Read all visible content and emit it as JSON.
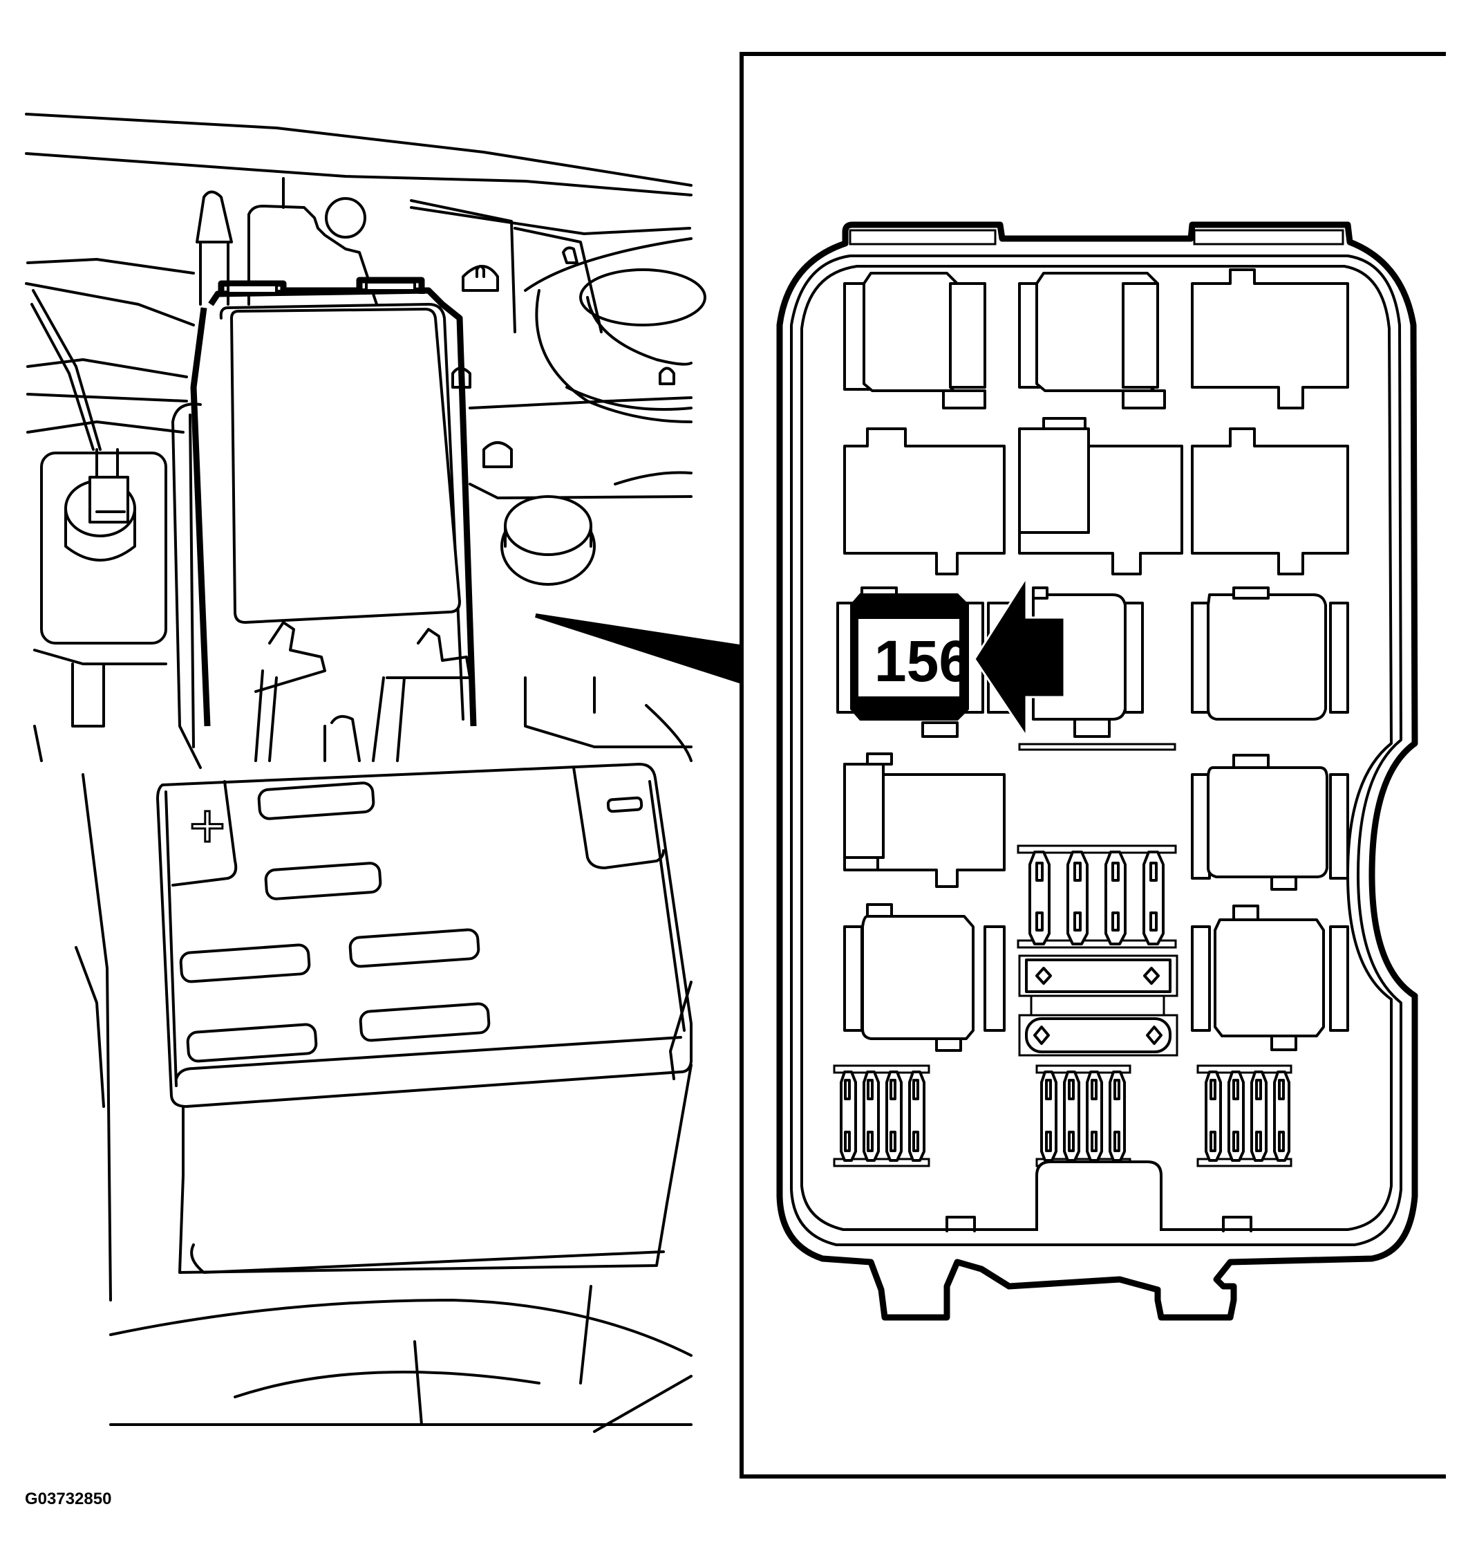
{
  "figure": {
    "id": "G03732850",
    "description": "Engine compartment fuse/relay box location with detail inset"
  },
  "callout": {
    "label": "156",
    "pointer": "arrow-left"
  },
  "engine_view": {
    "battery": {
      "positive_symbol": "+",
      "negative_symbol": "−"
    }
  },
  "fuse_box": {
    "relay_rows": 5,
    "relay_columns": 3,
    "mini_fuse_banks": [
      {
        "position": "center",
        "count": 4
      },
      {
        "position": "bottom-left",
        "count": 4
      },
      {
        "position": "bottom-right",
        "count": 4
      }
    ],
    "maxi_fuses": 2
  },
  "colors": {
    "line": "#000000",
    "background": "#ffffff"
  }
}
